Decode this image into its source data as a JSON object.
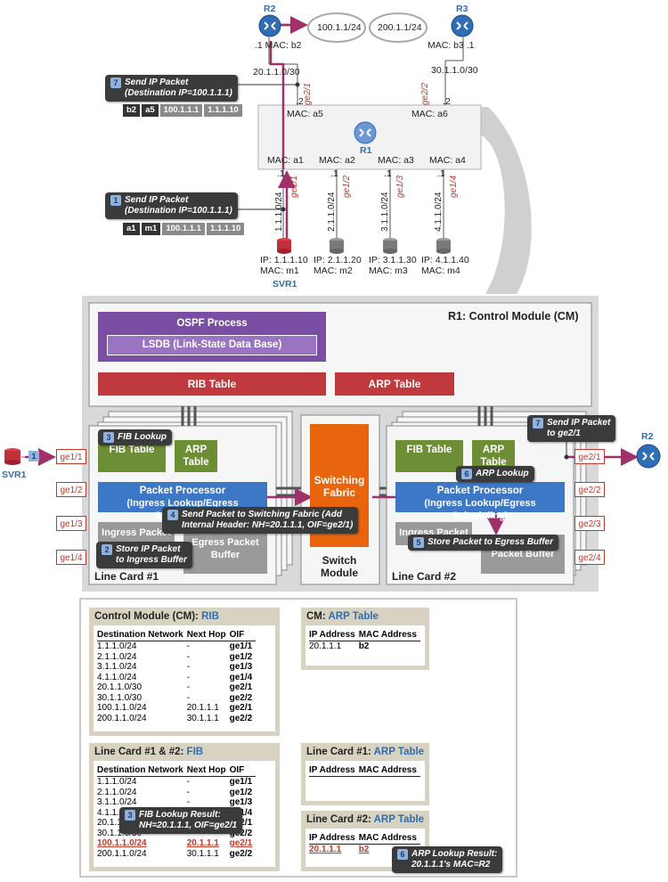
{
  "routers": {
    "r1": "R1",
    "r2": "R2",
    "r3": "R3",
    "r2_net": "100.1.1/24",
    "r3_net": "200.1.1/24",
    "r2_mac": ".1 MAC: b2",
    "r3_mac": "MAC: b3 .1",
    "link_r2": "20.1.1.0/30",
    "link_r3": "30.1.1.0/30",
    "ge21": "ge2/1",
    "ge22": "ge2/2",
    "mac_a5": "MAC: a5",
    "mac_a6": "MAC: a6",
    "dot2a": ".2",
    "dot2b": ".2",
    "mac_a1": "MAC: a1",
    "mac_a2": "MAC: a2",
    "mac_a3": "MAC: a3",
    "mac_a4": "MAC: a4",
    "dot1": ".1",
    "ge11": "ge1/1",
    "ge12": "ge1/2",
    "ge13": "ge1/3",
    "ge14": "ge1/4",
    "net1": "1.1.1.0/24",
    "net2": "2.1.1.0/24",
    "net3": "3.1.1.0/24",
    "net4": "4.1.1.0/24"
  },
  "servers": [
    {
      "ip": "IP: 1.1.1.10",
      "mac": "MAC: m1"
    },
    {
      "ip": "IP: 2.1.1.20",
      "mac": "MAC: m2"
    },
    {
      "ip": "IP: 3.1.1.30",
      "mac": "MAC: m3"
    },
    {
      "ip": "IP: 4.1.1.40",
      "mac": "MAC: m4"
    }
  ],
  "svr1": "SVR1",
  "callouts": {
    "c1": {
      "num": "1",
      "l1": "Send IP Packet",
      "l2": "(Destination IP=100.1.1.1)"
    },
    "c7": {
      "num": "7",
      "l1": "Send IP Packet",
      "l2": "(Destination IP=100.1.1.1)"
    },
    "c3": {
      "num": "3",
      "l1": "FIB Lookup"
    },
    "c4": {
      "num": "4",
      "l1": "Send Packet to Switching Fabric (Add",
      "l2": "Internal Header: NH=20.1.1.1, OIF=ge2/1)"
    },
    "c2": {
      "num": "2",
      "l1": "Store IP Packet",
      "l2": "to Ingress Buffer"
    },
    "c6": {
      "num": "6",
      "l1": "ARP Lookup"
    },
    "c5": {
      "num": "5",
      "l1": "Store Packet to Egress Buffer"
    },
    "c7b": {
      "num": "7",
      "l1": "Send IP Packet",
      "l2": "to ge2/1"
    },
    "c3b": {
      "num": "3",
      "l1": "FIB Lookup Result:",
      "l2": "NH=20.1.1.1, OIF=ge2/1"
    },
    "c6b": {
      "num": "6",
      "l1": "ARP Lookup Result:",
      "l2": "20.1.1.1's MAC=R2"
    }
  },
  "packets": {
    "top": [
      "b2",
      "a5",
      "100.1.1.1",
      "1.1.1.10"
    ],
    "bottom": [
      "a1",
      "m1",
      "100.1.1.1",
      "1.1.1.10"
    ]
  },
  "cm": {
    "title": "R1: Control Module (CM)",
    "ospf": "OSPF Process",
    "lsdb": "LSDB (Link-State Data Base)",
    "rib": "RIB Table",
    "arp": "ARP Table"
  },
  "lc1": {
    "title": "Line Card #1",
    "fib": "FIB Table",
    "arp": "ARP Table",
    "pp": "Packet Processor",
    "pp_sub": "(Ingress Lookup/Egress Scheduling)",
    "ingress": "Ingress Packet",
    "egress": "Egress Packet Buffer",
    "ports": [
      "ge1/1",
      "ge1/2",
      "ge1/3",
      "ge1/4"
    ]
  },
  "lc2": {
    "title": "Line Card #2",
    "fib": "FIB Table",
    "arp": "ARP Table",
    "pp": "Packet Processor",
    "pp_sub": "(Ingress Lookup/Egress Scheduling)",
    "ingress": "Ingress Packet Buffer",
    "egress": "Packet Buffer",
    "ports": [
      "ge2/1",
      "ge2/2",
      "ge2/3",
      "ge2/4"
    ]
  },
  "switch": {
    "fabric": "Switching Fabric",
    "module": "Switch Module"
  },
  "left_svr": "SVR1",
  "right_r2": "R2",
  "rib_table": {
    "title": "Control Module (CM): ",
    "title_hl": "RIB",
    "headers": [
      "Destination Network",
      "Next Hop",
      "OIF"
    ],
    "rows": [
      [
        "1.1.1.0/24",
        "-",
        "ge1/1"
      ],
      [
        "2.1.1.0/24",
        "-",
        "ge1/2"
      ],
      [
        "3.1.1.0/24",
        "-",
        "ge1/3"
      ],
      [
        "4.1.1.0/24",
        "-",
        "ge1/4"
      ],
      [
        "20.1.1.0/30",
        "-",
        "ge2/1"
      ],
      [
        "30.1.1.0/30",
        "-",
        "ge2/2"
      ],
      [
        "100.1.1.0/24",
        "20.1.1.1",
        "ge2/1"
      ],
      [
        "200.1.1.0/24",
        "30.1.1.1",
        "ge2/2"
      ]
    ]
  },
  "cm_arp": {
    "title": "CM: ",
    "title_hl": "ARP Table",
    "headers": [
      "IP Address",
      "MAC Address"
    ],
    "rows": [
      [
        "20.1.1.1",
        "b2"
      ]
    ]
  },
  "fib_table": {
    "title": "Line Card #1 & #2: ",
    "title_hl": "FIB",
    "headers": [
      "Destination Network",
      "Next Hop",
      "OIF"
    ],
    "rows": [
      [
        "1.1.1.0/24",
        "-",
        "ge1/1"
      ],
      [
        "2.1.1.0/24",
        "-",
        "ge1/2"
      ],
      [
        "3.1.1.0/24",
        "-",
        "ge1/3"
      ],
      [
        "4.1.1.0/24",
        "-",
        "ge1/4"
      ],
      [
        "20.1.1.0/30",
        "-",
        "ge2/1"
      ],
      [
        "30.1.1.0/30",
        "-",
        "ge2/2"
      ],
      [
        "100.1.1.0/24",
        "20.1.1.1",
        "ge2/1"
      ],
      [
        "200.1.1.0/24",
        "30.1.1.1",
        "ge2/2"
      ]
    ]
  },
  "lc1_arp": {
    "title": "Line Card #1: ",
    "title_hl": "ARP Table",
    "headers": [
      "IP Address",
      "MAC Address"
    ]
  },
  "lc2_arp": {
    "title": "Line Card #2: ",
    "title_hl": "ARP Table",
    "headers": [
      "IP Address",
      "MAC Address"
    ],
    "rows": [
      [
        "20.1.1.1",
        "b2"
      ]
    ]
  }
}
